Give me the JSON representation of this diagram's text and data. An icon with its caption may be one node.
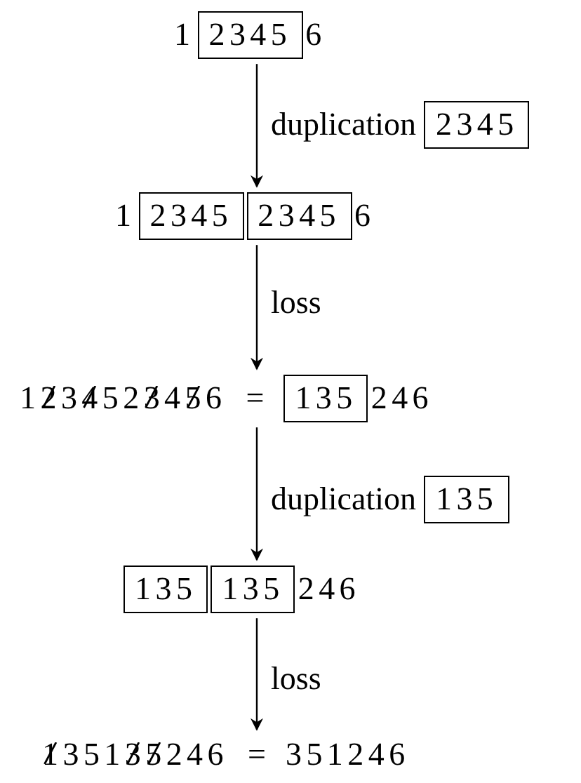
{
  "diagram": {
    "nodes": [
      {
        "text": [
          "1",
          "6"
        ]
      },
      {
        "text": [
          "2345"
        ],
        "in": 0
      },
      {
        "text": [
          "2345"
        ]
      },
      {
        "text": [
          "1",
          "6"
        ]
      },
      {
        "text": [
          "2345"
        ],
        "in": 3
      },
      {
        "text": [
          "2345"
        ],
        "in": 3
      },
      {
        "text": [
          "1234523456",
          "=",
          "246"
        ]
      },
      {
        "text": [
          "135"
        ],
        "in": 6
      },
      {
        "text": [
          "135"
        ]
      },
      {
        "text": [
          "246"
        ]
      },
      {
        "text": [
          "135"
        ],
        "in": 9
      },
      {
        "text": [
          "135"
        ],
        "in": 9
      },
      {
        "text": [
          "135135246",
          "=",
          "351246"
        ]
      }
    ],
    "edges": [
      {
        "from": 0,
        "to": 3,
        "arrow": "to",
        "label": "duplication"
      },
      {
        "from": 3,
        "to": 6,
        "arrow": "to",
        "label": "loss"
      },
      {
        "from": 6,
        "to": 9,
        "arrow": "to",
        "label": "duplication"
      },
      {
        "from": 9,
        "to": 12,
        "arrow": "to",
        "label": "loss"
      }
    ]
  }
}
